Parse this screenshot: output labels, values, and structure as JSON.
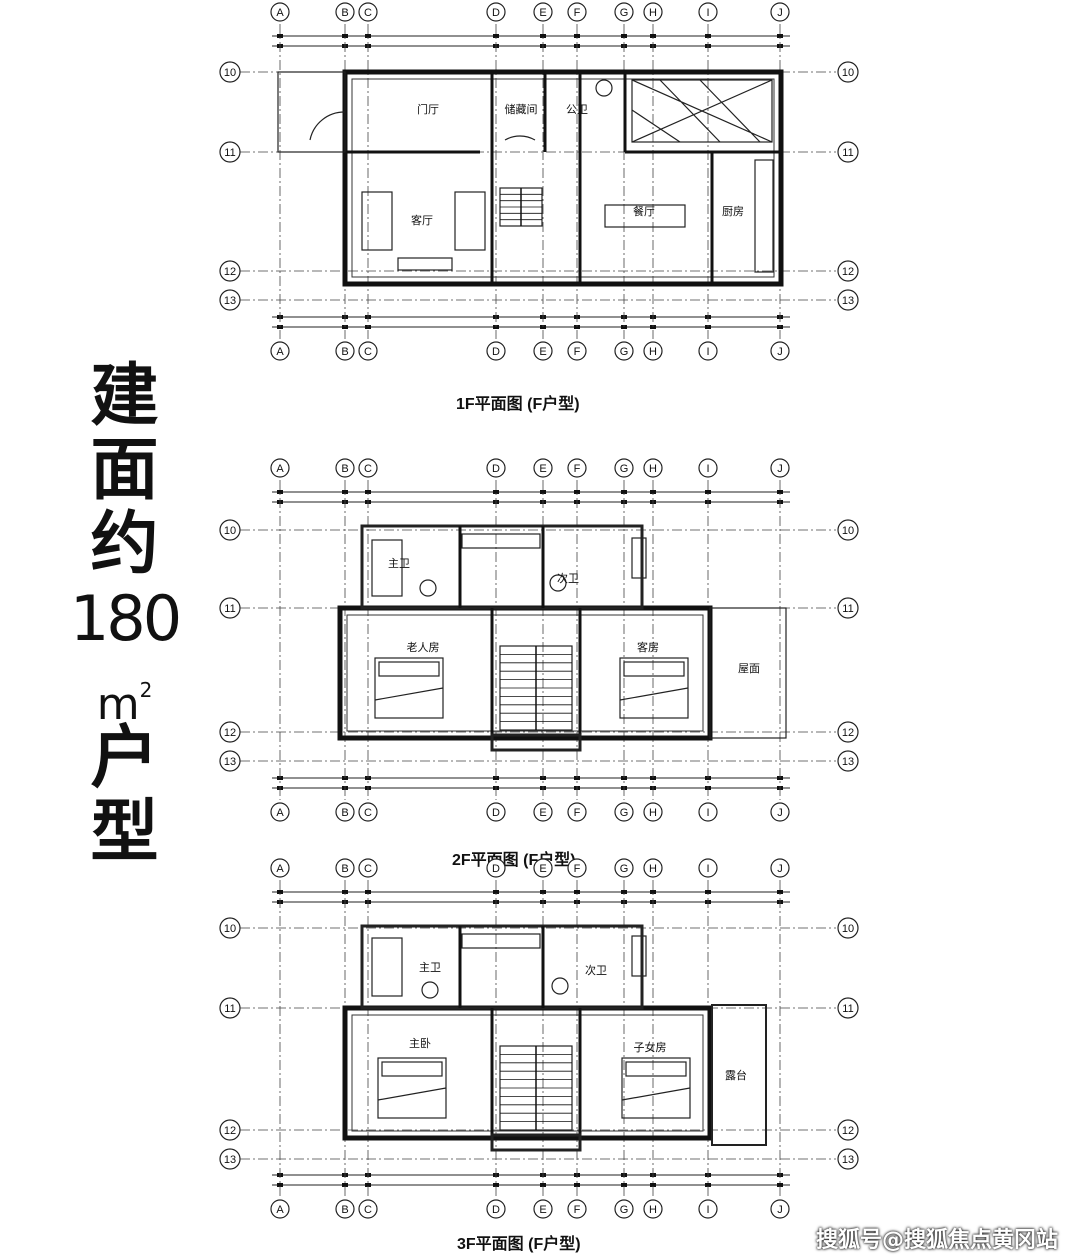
{
  "side_title": {
    "chars_top": [
      "建",
      "面",
      "约"
    ],
    "number": "180",
    "unit": "m",
    "unit_sup": "2",
    "chars_bottom": [
      "户",
      "型"
    ]
  },
  "grid_columns": [
    "A",
    "B",
    "C",
    "D",
    "E",
    "F",
    "G",
    "H",
    "I",
    "J"
  ],
  "grid_rows": [
    "10",
    "11",
    "12",
    "13"
  ],
  "plans": [
    {
      "caption": "1F平面图 (F户型)",
      "rooms": [
        "门厅",
        "储藏间",
        "公卫",
        "客厅",
        "餐厅",
        "厨房"
      ]
    },
    {
      "caption": "2F平面图 (F户型)",
      "rooms": [
        "主卫",
        "次卫",
        "老人房",
        "客房",
        "屋面"
      ]
    },
    {
      "caption": "3F平面图 (F户型)",
      "rooms": [
        "主卫",
        "次卫",
        "主卧",
        "子女房",
        "露台"
      ]
    }
  ],
  "watermark": "搜狐号@搜狐焦点黄冈站"
}
